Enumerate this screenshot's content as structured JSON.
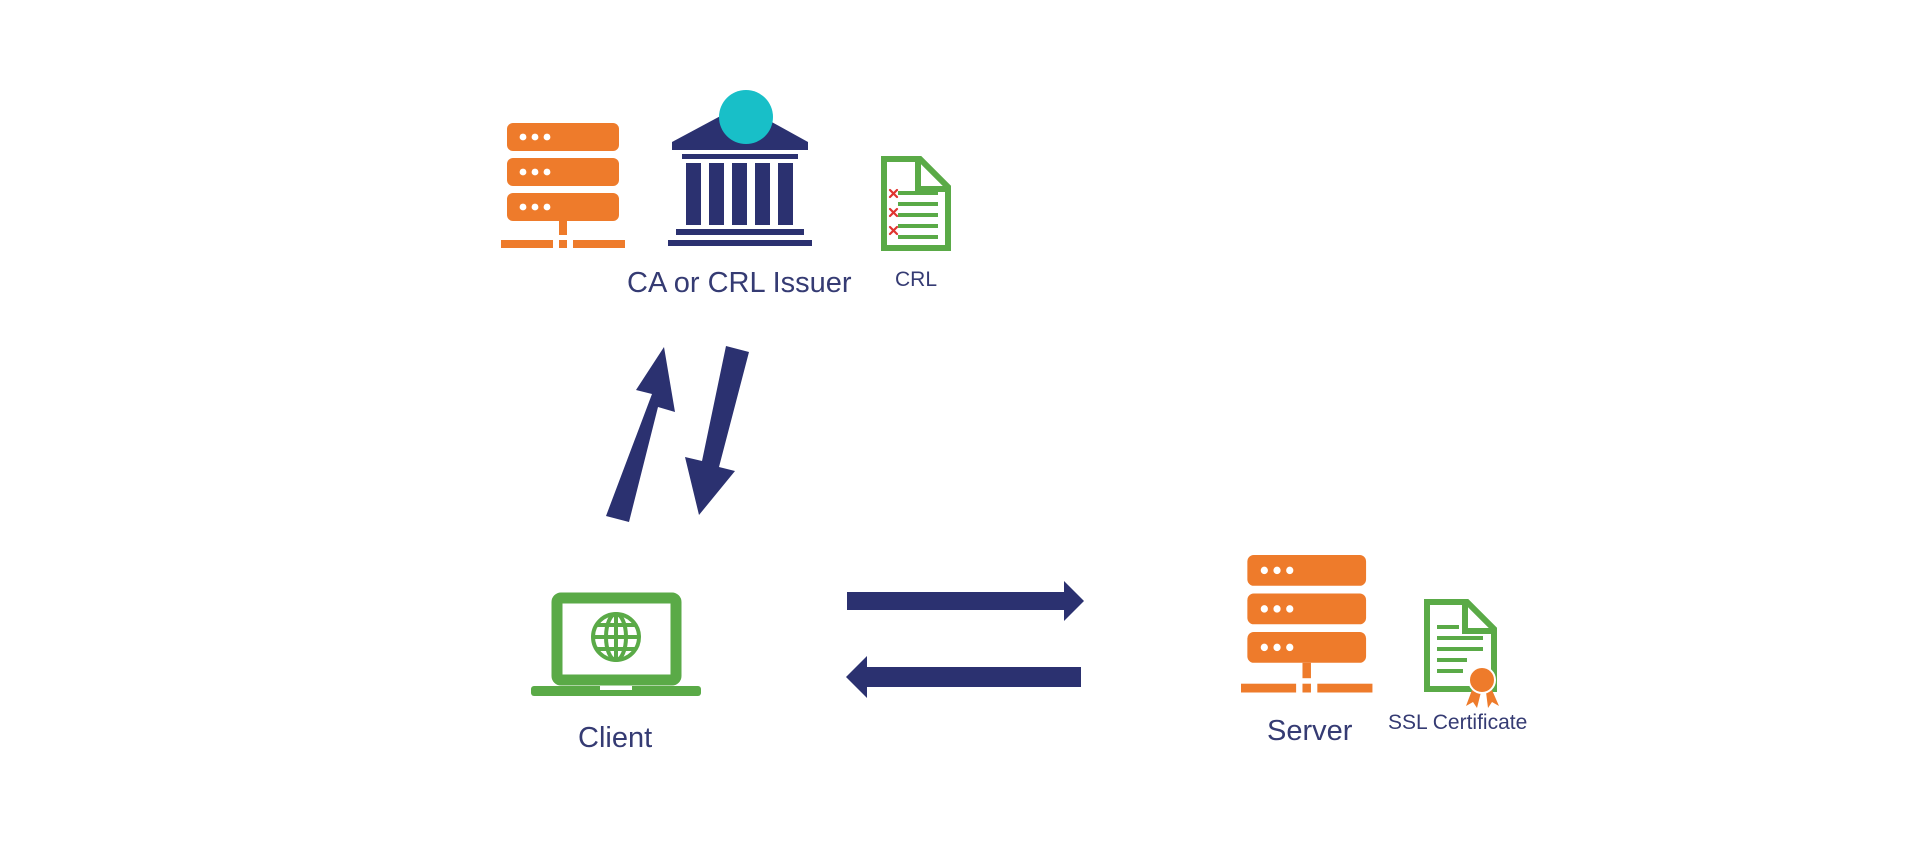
{
  "labels": {
    "ca_issuer": "CA or CRL Issuer",
    "crl": "CRL",
    "client": "Client",
    "server": "Server",
    "ssl_certificate": "SSL Certificate"
  },
  "colors": {
    "navy": "#2b3170",
    "orange": "#ee7b2b",
    "green": "#5aaa47",
    "red": "#e0342f",
    "teal": "#18bfc8"
  },
  "icons": {
    "ca_server": "server-rack-icon",
    "ca_building": "bank-building-icon",
    "crl_document": "crl-document-icon",
    "client_laptop": "laptop-globe-icon",
    "server": "server-rack-icon",
    "ssl_certificate": "certificate-icon",
    "marker": "teal-dot-marker"
  }
}
